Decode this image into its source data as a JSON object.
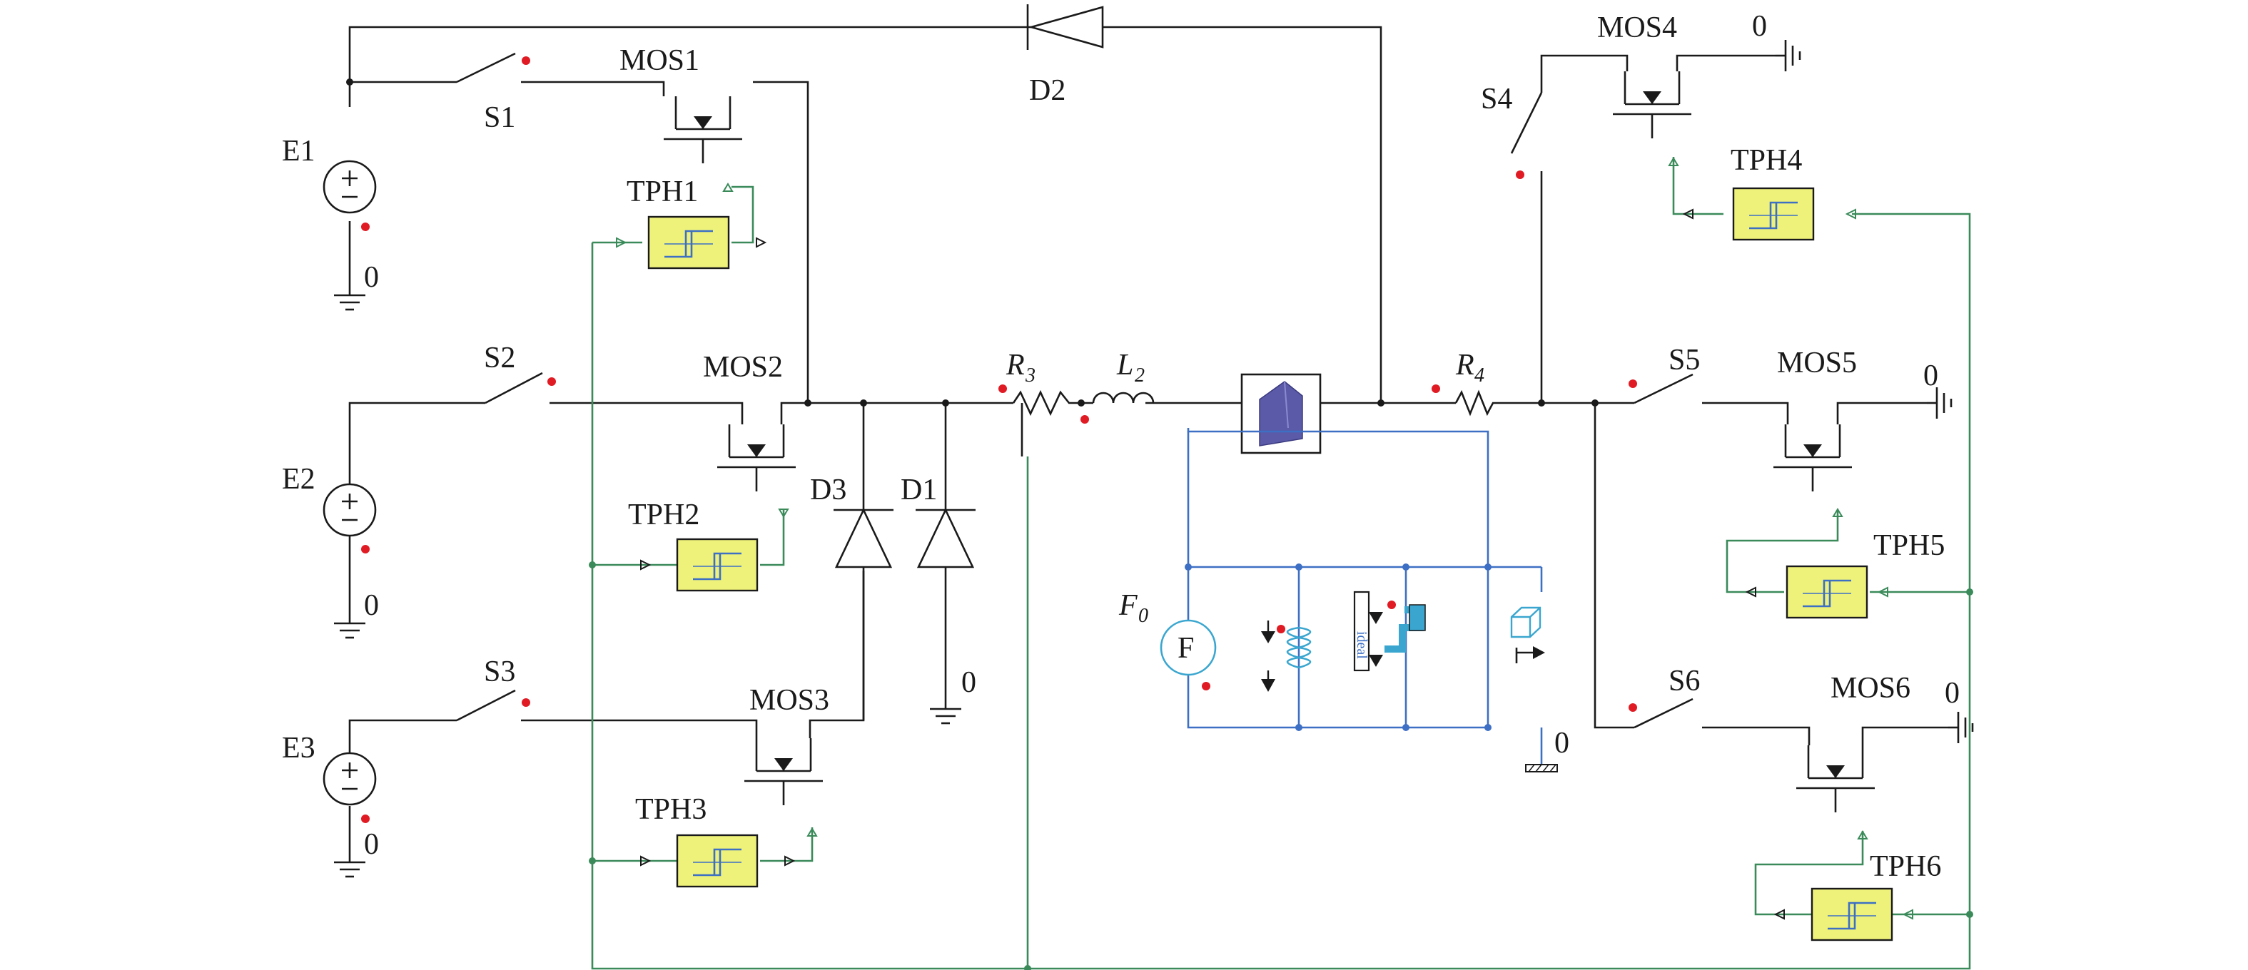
{
  "sources": {
    "e1": "E1",
    "e2": "E2",
    "e3": "E3"
  },
  "switches": {
    "s1": "S1",
    "s2": "S2",
    "s3": "S3",
    "s4": "S4",
    "s5": "S5",
    "s6": "S6"
  },
  "mosfets": {
    "mos1": "MOS1",
    "mos2": "MOS2",
    "mos3": "MOS3",
    "mos4": "MOS4",
    "mos5": "MOS5",
    "mos6": "MOS6"
  },
  "hysteresis": {
    "tph1": "TPH1",
    "tph2": "TPH2",
    "tph3": "TPH3",
    "tph4": "TPH4",
    "tph5": "TPH5",
    "tph6": "TPH6"
  },
  "diodes": {
    "d1": "D1",
    "d2": "D2",
    "d3": "D3"
  },
  "passives": {
    "r3_main": "R",
    "r3_sub": "3",
    "l2_main": "L",
    "l2_sub": "2",
    "r4_main": "R",
    "r4_sub": "4"
  },
  "force": {
    "f0_main": "F",
    "f0_sub": "0",
    "f_symbol": "F"
  },
  "grounds": {
    "zero": "0"
  },
  "ideal_label": "ideal",
  "colors": {
    "wire": "#1a1a1a",
    "gate_wire": "#3a8a5a",
    "mech_wire": "#3d6fc4",
    "tph_fill": "#eef27a",
    "marker": "#e01b24"
  }
}
